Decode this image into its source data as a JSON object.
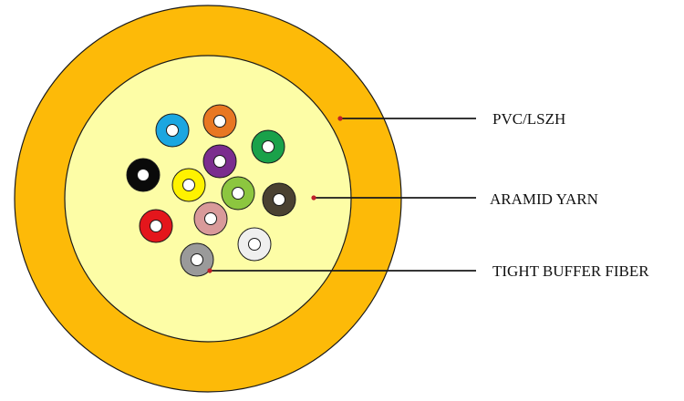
{
  "colors": {
    "jacket": "#FDBA08",
    "aramid": "#FDFDA6",
    "outline": "#1a1a1a",
    "leader": "#1a1a1a",
    "leader_dot": "#c0202a",
    "fiber_core": "#ffffff"
  },
  "fibers": [
    {
      "name": "blue",
      "color": "#1BA6E0"
    },
    {
      "name": "orange",
      "color": "#E87722"
    },
    {
      "name": "green",
      "color": "#1AA14A"
    },
    {
      "name": "purple",
      "color": "#7B2D8E"
    },
    {
      "name": "black",
      "color": "#0A0A0A"
    },
    {
      "name": "yellow",
      "color": "#FFF200"
    },
    {
      "name": "light-green",
      "color": "#8CC63F"
    },
    {
      "name": "brown",
      "color": "#4A4131"
    },
    {
      "name": "red",
      "color": "#E4161C"
    },
    {
      "name": "pink",
      "color": "#D99A9A"
    },
    {
      "name": "white",
      "color": "#EFEFEF"
    },
    {
      "name": "gray",
      "color": "#9A9A9A"
    }
  ],
  "labels": {
    "jacket": "PVC/LSZH",
    "aramid": "ARAMID YARN",
    "fiber": "TIGHT BUFFER FIBER"
  }
}
